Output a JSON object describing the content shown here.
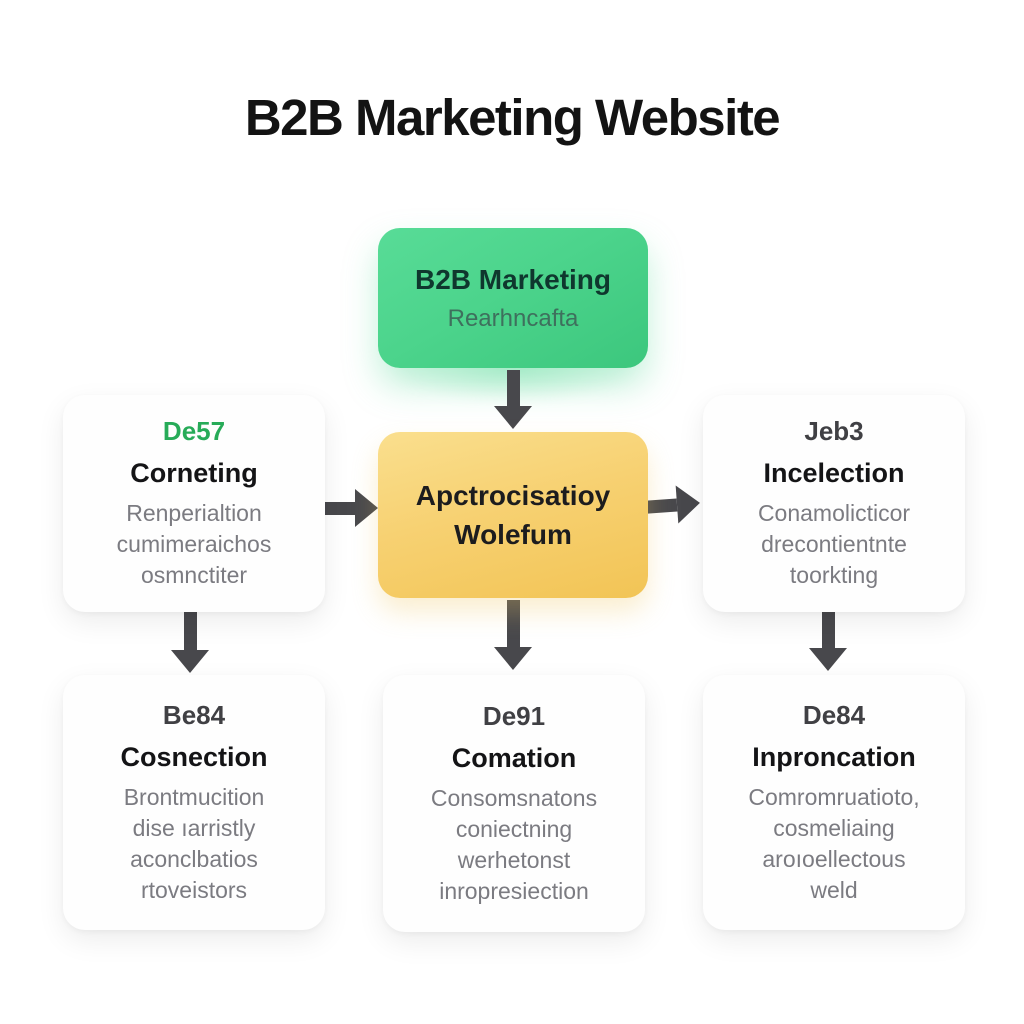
{
  "title": "B2B Marketing Website",
  "colors": {
    "green_box_top": "#58dc97",
    "green_box_bottom": "#3cc77d",
    "yellow_box_top": "#fadf8e",
    "yellow_box_bottom": "#f2c455",
    "accent_green_text": "#27ab58",
    "arrow": "#48484c"
  },
  "nodes": {
    "root": {
      "title": "B2B Marketing",
      "subtitle": "Rearhncafta"
    },
    "center": {
      "lines": [
        "Apctrocisatioy",
        "Wolefum"
      ]
    },
    "left": {
      "code": "De57",
      "heading": "Corneting",
      "body_lines": [
        "Renperialtion",
        "cumimeraichos",
        "osmnctiter"
      ]
    },
    "right": {
      "code": "Jeb3",
      "heading": "Incelection",
      "body_lines": [
        "Conamolicticor",
        "drecontientnte",
        "toorkting"
      ]
    },
    "bottom_left": {
      "code": "Be84",
      "heading": "Cosnection",
      "body_lines": [
        "Brontmucition",
        "dise ıarristly",
        "aconclbatios",
        "rtoveistors"
      ]
    },
    "bottom_center": {
      "code": "De91",
      "heading": "Comation",
      "body_lines": [
        "Consomsnatons",
        "coniectning",
        "werhetonst",
        "inropresiection"
      ]
    },
    "bottom_right": {
      "code": "De84",
      "heading": "Inproncation",
      "body_lines": [
        "Comromruatioto,",
        "cosmeliaing",
        "aroıoellectous",
        "weld"
      ]
    }
  }
}
